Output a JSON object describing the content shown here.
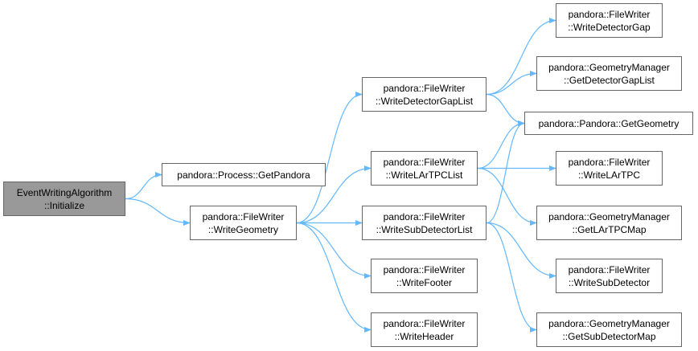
{
  "nodes": {
    "n0": {
      "lines": [
        "EventWritingAlgorithm",
        "::Initialize"
      ],
      "root": true
    },
    "n1": {
      "lines": [
        "pandora::Process::GetPandora"
      ]
    },
    "n2": {
      "lines": [
        "pandora::FileWriter",
        "::WriteGeometry"
      ]
    },
    "n3": {
      "lines": [
        "pandora::FileWriter",
        "::WriteDetectorGapList"
      ]
    },
    "n4": {
      "lines": [
        "pandora::FileWriter",
        "::WriteLArTPCList"
      ]
    },
    "n5": {
      "lines": [
        "pandora::FileWriter",
        "::WriteSubDetectorList"
      ]
    },
    "n6": {
      "lines": [
        "pandora::FileWriter",
        "::WriteFooter"
      ]
    },
    "n7": {
      "lines": [
        "pandora::FileWriter",
        "::WriteHeader"
      ]
    },
    "n8": {
      "lines": [
        "pandora::FileWriter",
        "::WriteDetectorGap"
      ]
    },
    "n9": {
      "lines": [
        "pandora::GeometryManager",
        "::GetDetectorGapList"
      ]
    },
    "n10": {
      "lines": [
        "pandora::Pandora::GetGeometry"
      ]
    },
    "n11": {
      "lines": [
        "pandora::FileWriter",
        "::WriteLArTPC"
      ]
    },
    "n12": {
      "lines": [
        "pandora::GeometryManager",
        "::GetLArTPCMap"
      ]
    },
    "n13": {
      "lines": [
        "pandora::FileWriter",
        "::WriteSubDetector"
      ]
    },
    "n14": {
      "lines": [
        "pandora::GeometryManager",
        "::GetSubDetectorMap"
      ]
    }
  },
  "edges": [
    [
      "n0",
      "n1"
    ],
    [
      "n0",
      "n2"
    ],
    [
      "n2",
      "n3"
    ],
    [
      "n2",
      "n4"
    ],
    [
      "n2",
      "n5"
    ],
    [
      "n2",
      "n6"
    ],
    [
      "n2",
      "n7"
    ],
    [
      "n3",
      "n8"
    ],
    [
      "n3",
      "n9"
    ],
    [
      "n3",
      "n10"
    ],
    [
      "n4",
      "n10"
    ],
    [
      "n4",
      "n11"
    ],
    [
      "n4",
      "n12"
    ],
    [
      "n5",
      "n10"
    ],
    [
      "n5",
      "n13"
    ],
    [
      "n5",
      "n14"
    ]
  ],
  "colors": {
    "edge": "#63b8ff",
    "node_border": "#666666",
    "root_fill": "#999999"
  }
}
